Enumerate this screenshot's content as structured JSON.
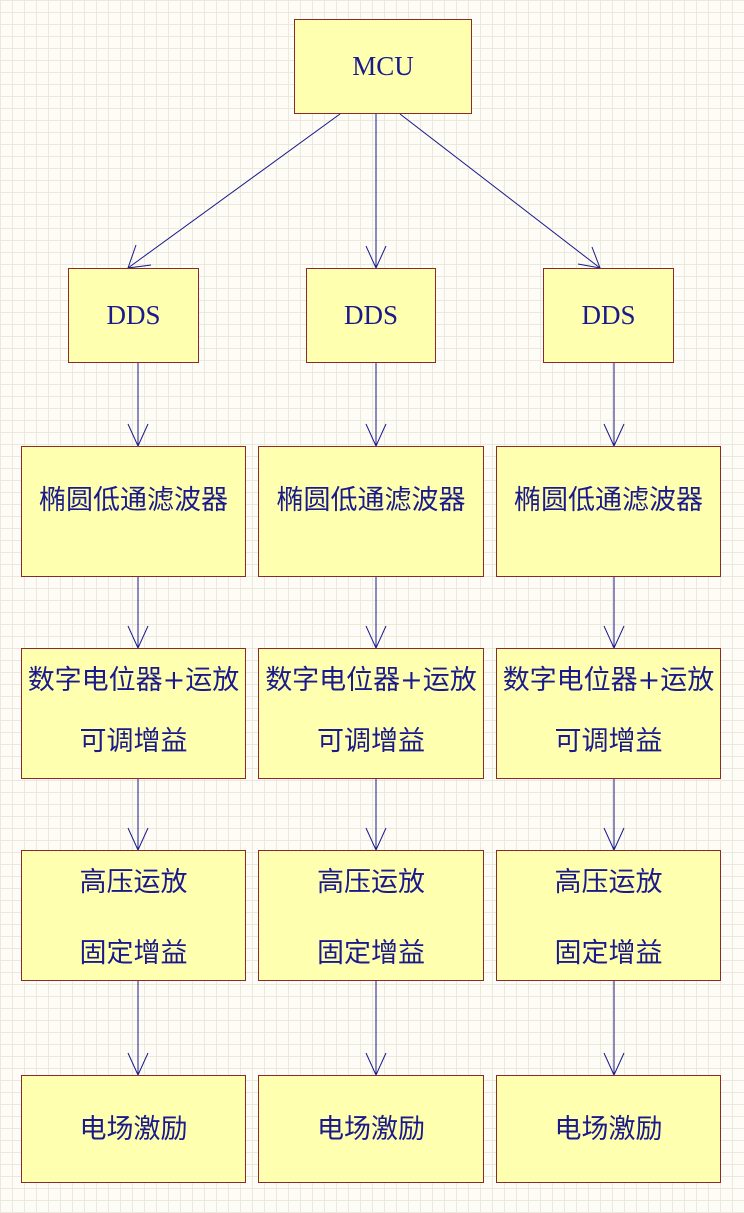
{
  "diagram": {
    "top": {
      "label": "MCU"
    },
    "channels": [
      {
        "dds": "DDS",
        "filter": "椭圆低通滤波器",
        "gain": [
          "数字电位器+运放",
          "可调增益"
        ],
        "hv": [
          "高压运放",
          "固定增益"
        ],
        "output": "电场激励"
      },
      {
        "dds": "DDS",
        "filter": "椭圆低通滤波器",
        "gain": [
          "数字电位器+运放",
          "可调增益"
        ],
        "hv": [
          "高压运放",
          "固定增益"
        ],
        "output": "电场激励"
      },
      {
        "dds": "DDS",
        "filter": "椭圆低通滤波器",
        "gain": [
          "数字电位器+运放",
          "可调增益"
        ],
        "hv": [
          "高压运放",
          "固定增益"
        ],
        "output": "电场激励"
      }
    ]
  },
  "colors": {
    "block_fill": "#ffffb0",
    "block_border": "#8b2a2a",
    "text": "#1a1a8c",
    "wire": "#1a1a8c",
    "grid": "#ece8dc",
    "background": "#fdfcf6"
  }
}
